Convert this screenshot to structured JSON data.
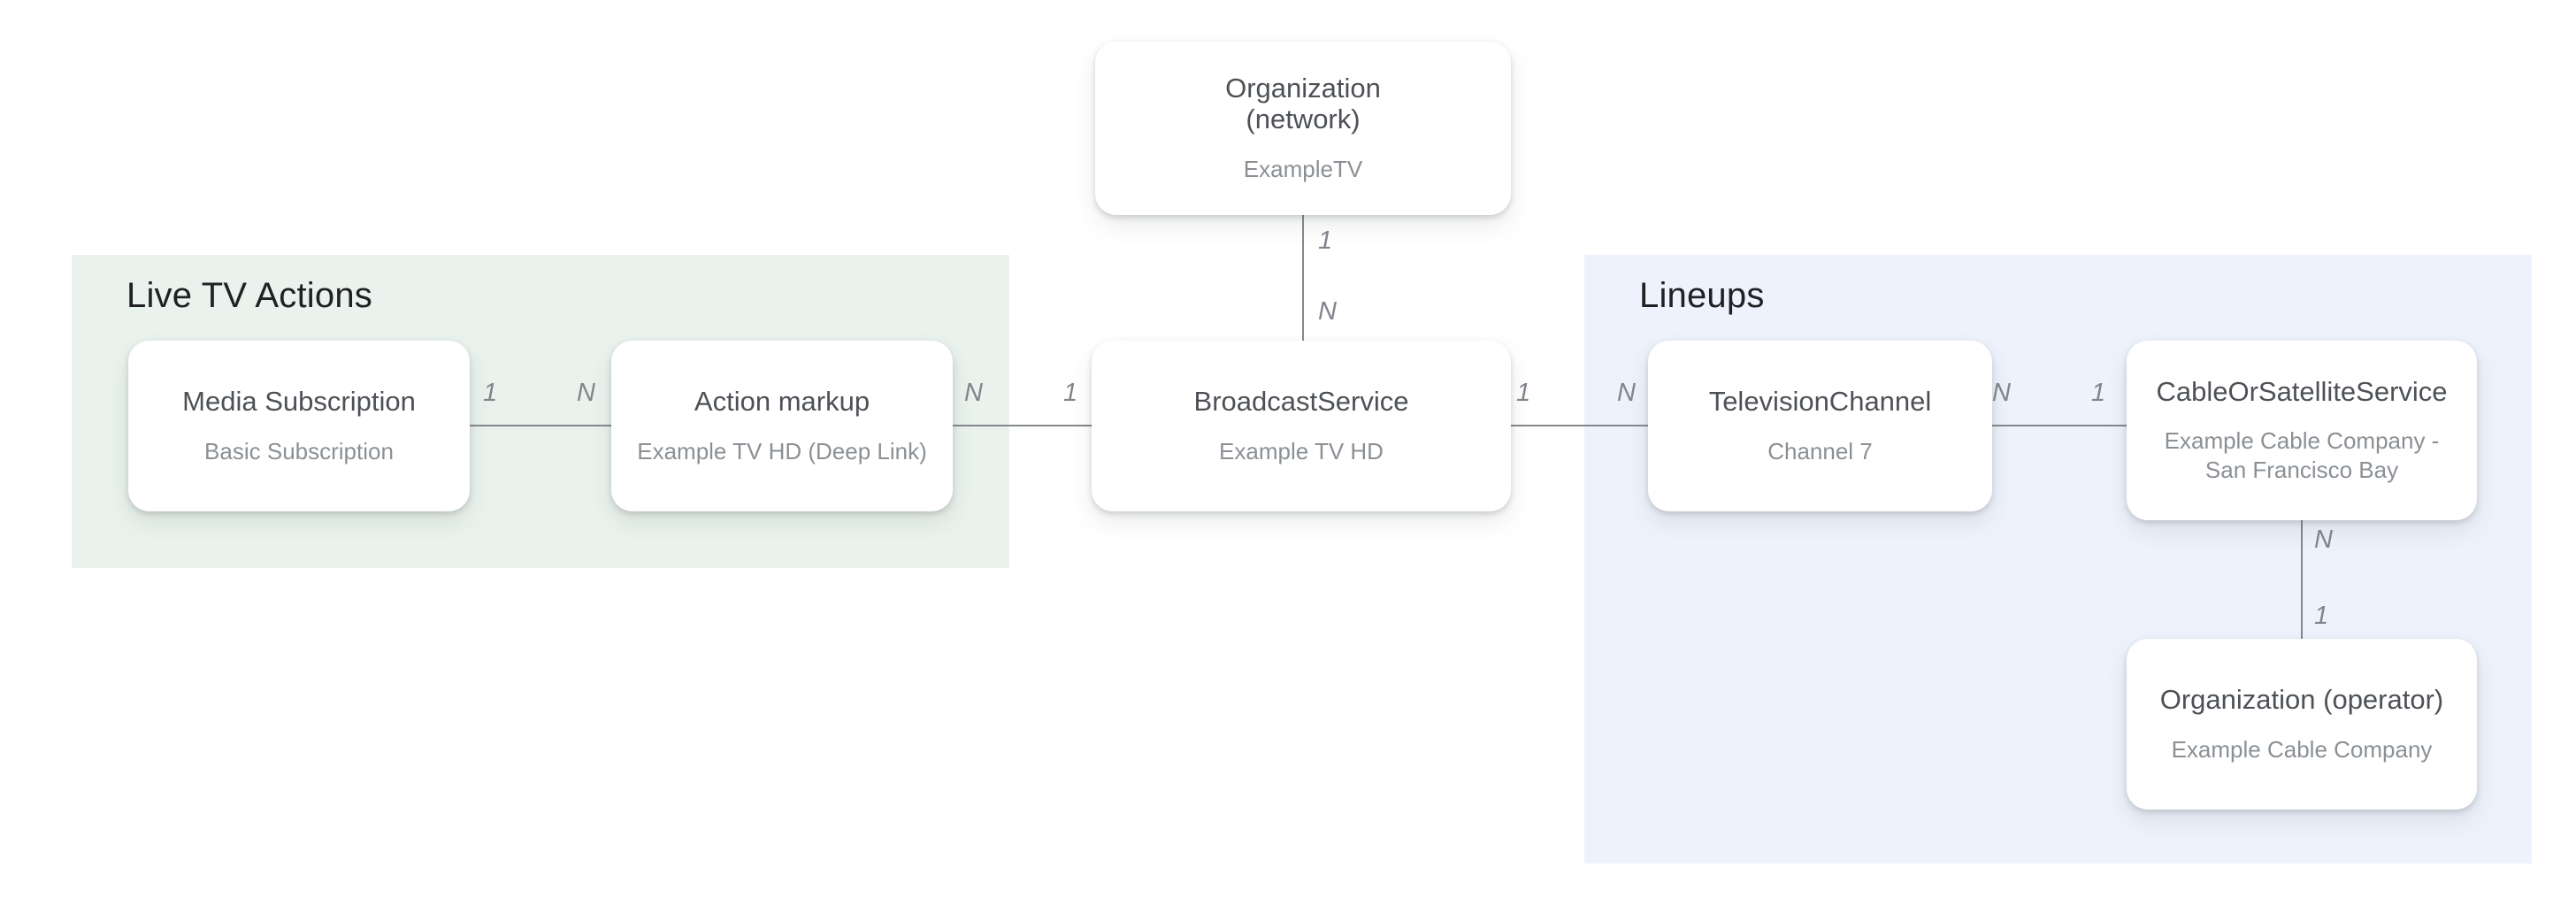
{
  "diagram": {
    "groups": [
      {
        "id": "live-tv-actions",
        "label": "Live TV Actions",
        "background": "#e9f2ec"
      },
      {
        "id": "lineups",
        "label": "Lineups",
        "background": "#edf2fc"
      }
    ],
    "nodes": [
      {
        "id": "organization-network",
        "title": "Organization\n(network)",
        "subtitle": "ExampleTV"
      },
      {
        "id": "media-subscription",
        "title": "Media Subscription",
        "subtitle": "Basic Subscription"
      },
      {
        "id": "action-markup",
        "title": "Action markup",
        "subtitle": "Example TV HD (Deep Link)"
      },
      {
        "id": "broadcast-service",
        "title": "BroadcastService",
        "subtitle": "Example TV HD"
      },
      {
        "id": "television-channel",
        "title": "TelevisionChannel",
        "subtitle": "Channel 7"
      },
      {
        "id": "cable-or-satellite-service",
        "title": "CableOrSatelliteService",
        "subtitle": "Example Cable Company - San Francisco Bay"
      },
      {
        "id": "organization-operator",
        "title": "Organization (operator)",
        "subtitle": "Example Cable Company"
      }
    ],
    "edges": [
      {
        "from": "organization-network",
        "to": "broadcast-service",
        "from_label": "1",
        "to_label": "N"
      },
      {
        "from": "media-subscription",
        "to": "action-markup",
        "from_label": "1",
        "to_label": "N"
      },
      {
        "from": "action-markup",
        "to": "broadcast-service",
        "from_label": "N",
        "to_label": "1"
      },
      {
        "from": "broadcast-service",
        "to": "television-channel",
        "from_label": "1",
        "to_label": "N"
      },
      {
        "from": "television-channel",
        "to": "cable-or-satellite-service",
        "from_label": "N",
        "to_label": "1"
      },
      {
        "from": "cable-or-satellite-service",
        "to": "organization-operator",
        "from_label": "N",
        "to_label": "1"
      }
    ],
    "colors": {
      "page_background": "#ffffff",
      "node_background": "#ffffff",
      "live_tv_actions_background": "#e9f2ec",
      "lineups_background": "#edf2fc",
      "connector_line": "#84898e",
      "node_title_text": "#4d5156",
      "node_subtitle_text": "#8b9095",
      "group_label_text": "#202124",
      "cardinality_text": "#7f858b"
    }
  }
}
